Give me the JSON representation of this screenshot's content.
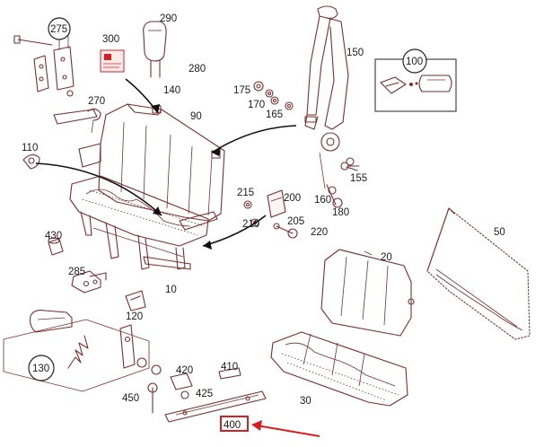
{
  "diagram": {
    "part_numbers": {
      "p10": "10",
      "p20": "20",
      "p30": "30",
      "p50": "50",
      "p90": "90",
      "p100": "100",
      "p110": "110",
      "p120": "120",
      "p130": "130",
      "p140": "140",
      "p150": "150",
      "p155": "155",
      "p160": "160",
      "p165": "165",
      "p170": "170",
      "p175": "175",
      "p180": "180",
      "p200": "200",
      "p205": "205",
      "p210": "210",
      "p215": "215",
      "p220": "220",
      "p270": "270",
      "p275": "275",
      "p280": "280",
      "p285": "285",
      "p290": "290",
      "p300": "300",
      "p400": "400",
      "p410": "410",
      "p420": "420",
      "p425": "425",
      "p430": "430",
      "p450": "450"
    },
    "highlighted_part": "400",
    "highlight_color": "#d42020",
    "line_color": "#7a2e2e"
  }
}
